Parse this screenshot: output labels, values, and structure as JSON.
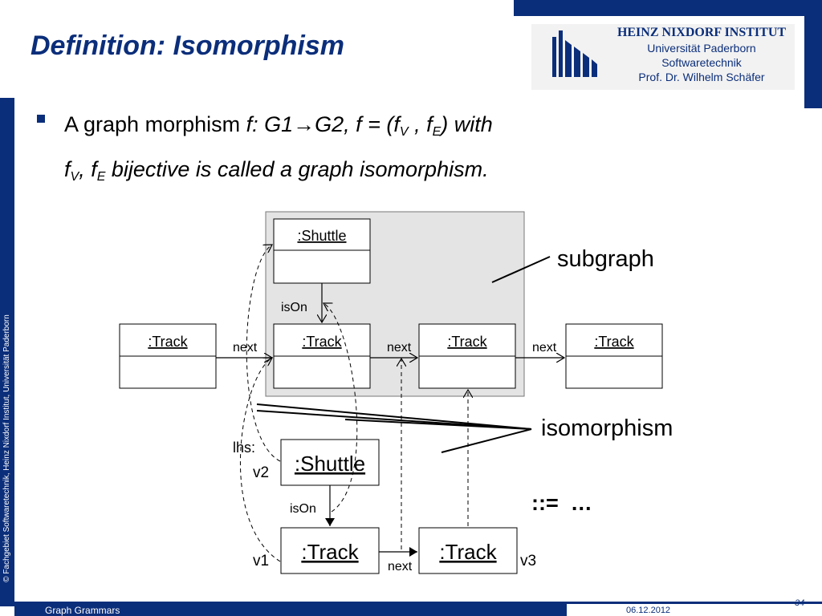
{
  "title": "Definition: Isomorphism",
  "logo": {
    "name": "HEINZ NIXDORF INSTITUT",
    "university": "Universität Paderborn",
    "department": "Softwaretechnik",
    "professor": "Prof. Dr. Wilhelm Schäfer"
  },
  "sidebar_text": "© Fachgebiet Softwaretechnik, Heinz Nixdorf Institut, Universität Paderborn",
  "bullet": {
    "p1": "A graph morphism ",
    "p2": "f: G1→G2, f = (f",
    "p3": "V",
    "p4": " , f",
    "p5": "E",
    "p6": ") with",
    "p7": "f",
    "p8": "V",
    "p9": ", f",
    "p10": "E",
    "p11": " bijective is called a graph isomorphism."
  },
  "host_graph": {
    "shuttle": ":Shuttle",
    "track1": ":Track",
    "track2": ":Track",
    "track3": ":Track",
    "track4": ":Track",
    "edge_ison": "isOn",
    "edge_next1": "next",
    "edge_next2": "next",
    "edge_next3": "next"
  },
  "annotations": {
    "subgraph": "subgraph",
    "isomorphism": "isomorphism",
    "continuation": "::=  …"
  },
  "lhs": {
    "label": "lhs:",
    "shuttle": ":Shuttle",
    "track_v1": ":Track",
    "track_v3": ":Track",
    "var_v1": "v1",
    "var_v2": "v2",
    "var_v3": "v3",
    "edge_ison": "isOn",
    "edge_next": "next"
  },
  "footer": {
    "title": "Graph Grammars",
    "date": "06.12.2012",
    "page": "34"
  },
  "colors": {
    "brand_blue": "#0b2e7a",
    "subgraph_fill": "#e4e4e4"
  }
}
